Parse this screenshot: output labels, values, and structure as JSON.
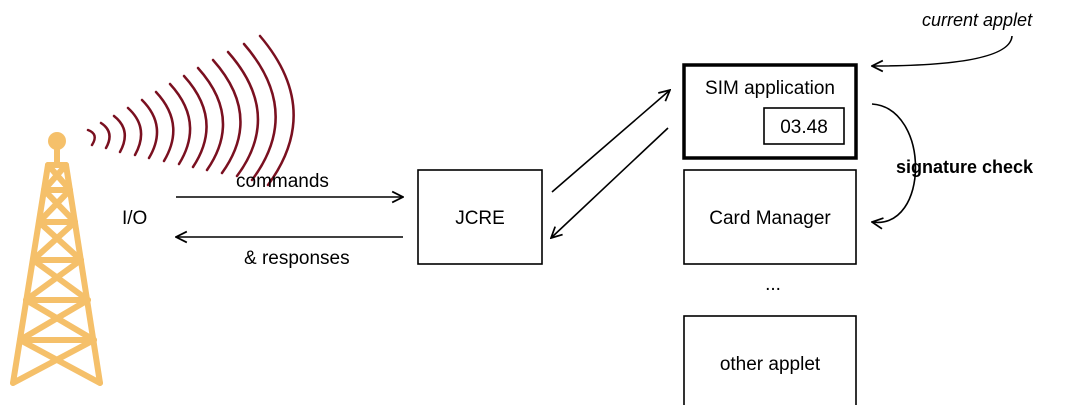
{
  "labels": {
    "io": "I/O",
    "commands": "commands",
    "responses": "& responses",
    "jcre": "JCRE",
    "sim_application": "SIM application",
    "sim_version": "03.48",
    "card_manager": "Card Manager",
    "ellipsis": "...",
    "other_applet": "other applet",
    "current_applet": "current applet",
    "signature_check": "signature check"
  },
  "colors": {
    "tower": "#f5c06a",
    "waves": "#7a1020",
    "ink": "#000000"
  },
  "icons": {
    "tower": "antenna-tower-icon",
    "waves": "radio-waves-icon"
  }
}
